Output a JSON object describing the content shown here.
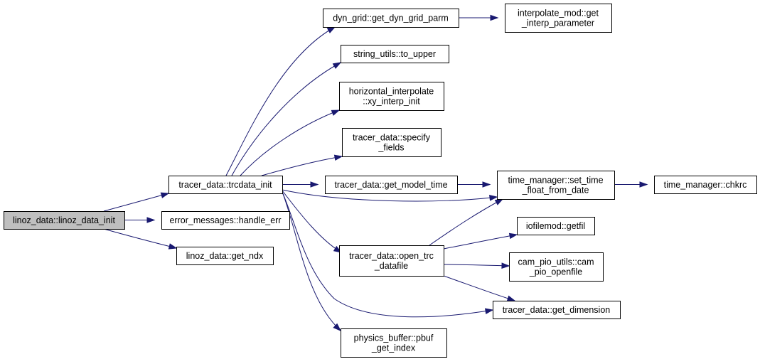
{
  "graph": {
    "nodes": [
      {
        "id": "linoz_data_init",
        "lines": [
          "linoz_data::linoz_data_init"
        ],
        "root": true
      },
      {
        "id": "trcdata_init",
        "lines": [
          "tracer_data::trcdata_init"
        ]
      },
      {
        "id": "handle_err",
        "lines": [
          "error_messages::handle_err"
        ]
      },
      {
        "id": "get_ndx",
        "lines": [
          "linoz_data::get_ndx"
        ]
      },
      {
        "id": "get_dyn_grid_parm",
        "lines": [
          "dyn_grid::get_dyn_grid_parm"
        ]
      },
      {
        "id": "get_interp_parameter",
        "lines": [
          "interpolate_mod::get",
          "_interp_parameter"
        ]
      },
      {
        "id": "to_upper",
        "lines": [
          "string_utils::to_upper"
        ]
      },
      {
        "id": "xy_interp_init",
        "lines": [
          "horizontal_interpolate",
          "::xy_interp_init"
        ]
      },
      {
        "id": "specify_fields",
        "lines": [
          "tracer_data::specify",
          "_fields"
        ]
      },
      {
        "id": "get_model_time",
        "lines": [
          "tracer_data::get_model_time"
        ]
      },
      {
        "id": "set_time_float",
        "lines": [
          "time_manager::set_time",
          "_float_from_date"
        ]
      },
      {
        "id": "chkrc",
        "lines": [
          "time_manager::chkrc"
        ]
      },
      {
        "id": "open_trc_datafile",
        "lines": [
          "tracer_data::open_trc",
          "_datafile"
        ]
      },
      {
        "id": "getfil",
        "lines": [
          "iofilemod::getfil"
        ]
      },
      {
        "id": "cam_pio_openfile",
        "lines": [
          "cam_pio_utils::cam",
          "_pio_openfile"
        ]
      },
      {
        "id": "get_dimension",
        "lines": [
          "tracer_data::get_dimension"
        ]
      },
      {
        "id": "pbuf_get_index",
        "lines": [
          "physics_buffer::pbuf",
          "_get_index"
        ]
      }
    ],
    "edges": [
      {
        "from": "linoz_data_init",
        "to": "trcdata_init"
      },
      {
        "from": "linoz_data_init",
        "to": "handle_err"
      },
      {
        "from": "linoz_data_init",
        "to": "get_ndx"
      },
      {
        "from": "trcdata_init",
        "to": "get_dyn_grid_parm"
      },
      {
        "from": "trcdata_init",
        "to": "to_upper"
      },
      {
        "from": "trcdata_init",
        "to": "xy_interp_init"
      },
      {
        "from": "trcdata_init",
        "to": "specify_fields"
      },
      {
        "from": "trcdata_init",
        "to": "get_model_time"
      },
      {
        "from": "trcdata_init",
        "to": "set_time_float"
      },
      {
        "from": "trcdata_init",
        "to": "open_trc_datafile"
      },
      {
        "from": "trcdata_init",
        "to": "get_dimension"
      },
      {
        "from": "trcdata_init",
        "to": "pbuf_get_index"
      },
      {
        "from": "get_dyn_grid_parm",
        "to": "get_interp_parameter"
      },
      {
        "from": "get_model_time",
        "to": "set_time_float"
      },
      {
        "from": "set_time_float",
        "to": "chkrc"
      },
      {
        "from": "open_trc_datafile",
        "to": "set_time_float"
      },
      {
        "from": "open_trc_datafile",
        "to": "getfil"
      },
      {
        "from": "open_trc_datafile",
        "to": "cam_pio_openfile"
      },
      {
        "from": "open_trc_datafile",
        "to": "get_dimension"
      }
    ]
  }
}
